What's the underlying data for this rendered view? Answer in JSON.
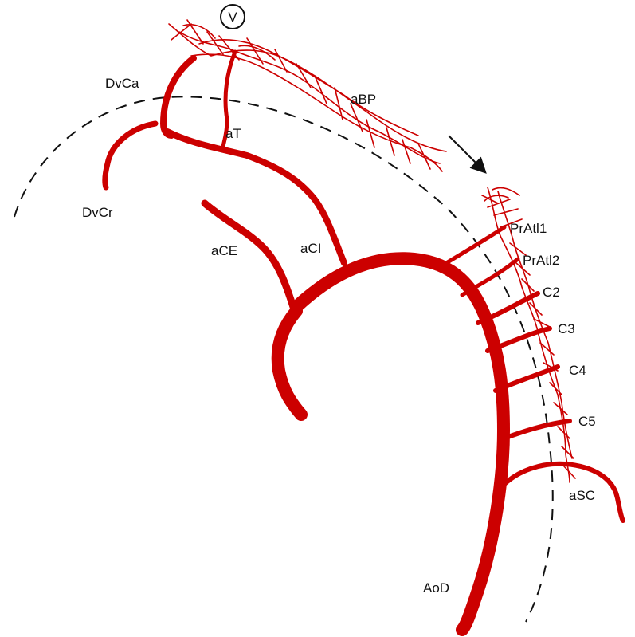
{
  "diagram": {
    "colors": {
      "artery": "#cc0000",
      "outline": "#111111",
      "background": "#ffffff"
    },
    "labels": {
      "view": "V",
      "dvca": "DvCa",
      "dvcr": "DvCr",
      "abp": "aBP",
      "at": "aT",
      "ace": "aCE",
      "aci": "aCI",
      "pratl1": "PrAtl1",
      "pratl2": "PrAtl2",
      "c2": "C2",
      "c3": "C3",
      "c4": "C4",
      "c5": "C5",
      "asc": "aSC",
      "aod": "AoD"
    }
  }
}
